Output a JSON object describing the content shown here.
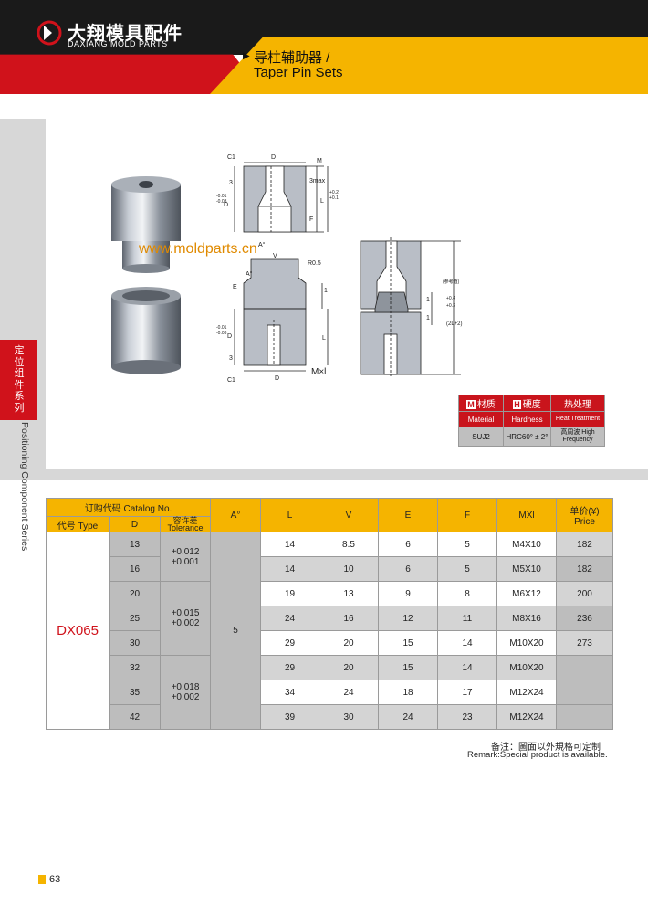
{
  "header": {
    "brand_cn": "大翔模具配件",
    "brand_en": "DAXIANG MOLD PARTS",
    "title_cn": "导柱辅助器 /",
    "title_en": "Taper Pin Sets",
    "arrow": "▶"
  },
  "side_tab": {
    "cn": "定位组件系列",
    "en": "Positioning Component Series"
  },
  "watermark": "www.moldparts.cn",
  "drawing_labels": {
    "c1_top": "C1",
    "d_top": "D",
    "m": "M",
    "three_top": "3",
    "three_max": "3max",
    "d_tol_top": "D",
    "d_tol_top_upper": "-0.01",
    "d_tol_top_lower": "-0.03",
    "l_top": "L",
    "l_tol_upper": "+0.2",
    "l_tol_lower": "+0.1",
    "f": "F",
    "a_deg": "A°",
    "v": "V",
    "r05": "R0.5",
    "a_side": "A°",
    "e": "E",
    "one": "1",
    "d_bot": "D",
    "d_tol_bot_upper": "-0.01",
    "d_tol_bot_lower": "-0.03",
    "l_bot": "L",
    "three_bot": "3",
    "c1_bot": "C1",
    "d_bottom": "D",
    "mxl": "M×l",
    "one_a": "1",
    "one_b": "1",
    "total": "(2L+2)",
    "total_tol_upper": "+0.4",
    "total_tol_lower": "+0.2",
    "total_note": "(参考值)"
  },
  "material_table": {
    "headers": [
      {
        "icon": "M",
        "label": "材质"
      },
      {
        "icon": "H",
        "label": "硬度"
      },
      {
        "icon": "",
        "label": "热处理"
      }
    ],
    "subheaders": [
      "Material",
      "Hardness",
      "Heat Treatment"
    ],
    "values": [
      "SUJ2",
      "HRC60° ± 2°",
      "高周波 High Frequency"
    ]
  },
  "catalog_table": {
    "header_catalog": "订购代码 Catalog No.",
    "header_type": "代号 Type",
    "header_d": "D",
    "header_tol_cn": "容许差",
    "header_tol_en": "Tolerance",
    "header_a": "A°",
    "header_l": "L",
    "header_v": "V",
    "header_e": "E",
    "header_f": "F",
    "header_mxl": "MXl",
    "header_price_cn": "单价(¥)",
    "header_price_en": "Price",
    "type": "DX065",
    "a_value": "5",
    "tolerance_groups": [
      {
        "upper": "+0.012",
        "lower": "+0.001"
      },
      {
        "upper": "+0.015",
        "lower": "+0.002"
      },
      {
        "upper": "+0.018",
        "lower": "+0.002"
      }
    ],
    "rows": [
      {
        "d": "13",
        "l": "14",
        "v": "8.5",
        "e": "6",
        "f": "5",
        "mxl": "M4X10",
        "price": "182"
      },
      {
        "d": "16",
        "l": "14",
        "v": "10",
        "e": "6",
        "f": "5",
        "mxl": "M5X10",
        "price": "182"
      },
      {
        "d": "20",
        "l": "19",
        "v": "13",
        "e": "9",
        "f": "8",
        "mxl": "M6X12",
        "price": "200"
      },
      {
        "d": "25",
        "l": "24",
        "v": "16",
        "e": "12",
        "f": "11",
        "mxl": "M8X16",
        "price": "236"
      },
      {
        "d": "30",
        "l": "29",
        "v": "20",
        "e": "15",
        "f": "14",
        "mxl": "M10X20",
        "price": "273"
      },
      {
        "d": "32",
        "l": "29",
        "v": "20",
        "e": "15",
        "f": "14",
        "mxl": "M10X20",
        "price": ""
      },
      {
        "d": "35",
        "l": "34",
        "v": "24",
        "e": "18",
        "f": "17",
        "mxl": "M12X24",
        "price": ""
      },
      {
        "d": "42",
        "l": "39",
        "v": "30",
        "e": "24",
        "f": "23",
        "mxl": "M12X24",
        "price": ""
      }
    ]
  },
  "remark": {
    "cn": "备注：圖面以外規格可定制",
    "en": "Remark:Special product is available."
  },
  "page_number": "63",
  "colors": {
    "brand_red": "#d0121b",
    "accent_yellow": "#f5b400",
    "header_black": "#1a1a1a"
  }
}
